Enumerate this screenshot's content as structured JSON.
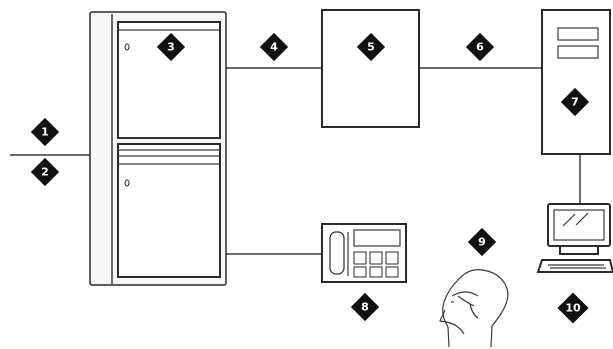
{
  "callouts": [
    {
      "id": "1",
      "label": "1"
    },
    {
      "id": "2",
      "label": "2"
    },
    {
      "id": "3",
      "label": "3"
    },
    {
      "id": "4",
      "label": "4"
    },
    {
      "id": "5",
      "label": "5"
    },
    {
      "id": "6",
      "label": "6"
    },
    {
      "id": "7",
      "label": "7"
    },
    {
      "id": "8",
      "label": "8"
    },
    {
      "id": "9",
      "label": "9"
    },
    {
      "id": "10",
      "label": "10"
    }
  ],
  "colors": {
    "line": "#3a3a3a",
    "marker": "#111111",
    "background": "#ffffff"
  },
  "icons": {
    "cabinet": "equipment-cabinet-icon",
    "box": "interface-box-icon",
    "server": "server-tower-icon",
    "phone": "desk-telephone-icon",
    "agent": "agent-with-headset-icon",
    "workstation": "computer-workstation-icon"
  }
}
